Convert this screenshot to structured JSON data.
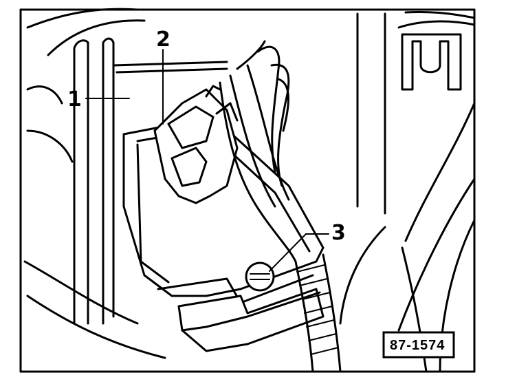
{
  "figure": {
    "callouts": [
      {
        "id": "1",
        "label": "1"
      },
      {
        "id": "2",
        "label": "2"
      },
      {
        "id": "3",
        "label": "3"
      }
    ],
    "reference_code": "87-1574"
  },
  "colors": {
    "ink": "#000000",
    "paper": "#ffffff"
  }
}
